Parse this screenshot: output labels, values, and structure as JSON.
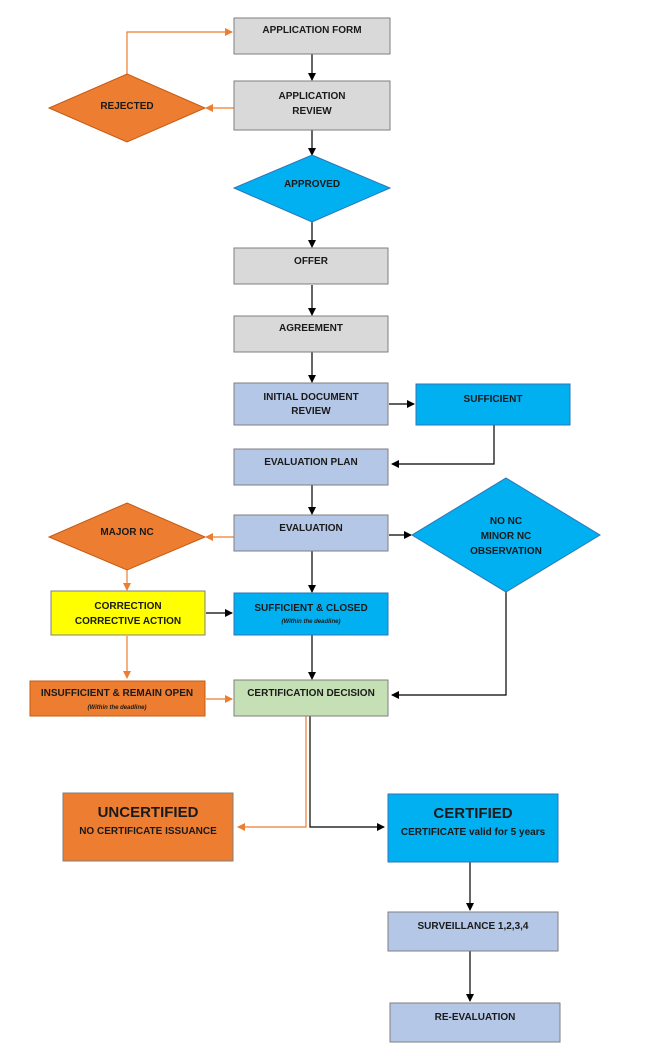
{
  "colors": {
    "gray": "#d9d9d9",
    "blue": "#00b0f0",
    "lavender": "#b4c7e7",
    "orange": "#ed7d31",
    "yellow": "#ffff00",
    "green": "#c5e0b4",
    "black_arrow": "#000000",
    "orange_arrow": "#ed7d31"
  },
  "nodes": {
    "application_form": "APPLICATION FORM",
    "application_review_1": "APPLICATION",
    "application_review_2": "REVIEW",
    "rejected": "REJECTED",
    "approved": "APPROVED",
    "offer": "OFFER",
    "agreement": "AGREEMENT",
    "initial_doc_review_1": "INITIAL DOCUMENT",
    "initial_doc_review_2": "REVIEW",
    "sufficient": "SUFFICIENT",
    "evaluation_plan": "EVALUATION PLAN",
    "evaluation": "EVALUATION",
    "major_nc": "MAJOR NC",
    "no_nc_1": "NO NC",
    "no_nc_2": "MINOR NC",
    "no_nc_3": "OBSERVATION",
    "correction_1": "CORRECTION",
    "correction_2": "CORRECTIVE ACTION",
    "sufficient_closed": "SUFFICIENT & CLOSED",
    "sufficient_closed_note": "(Within the deadline)",
    "insufficient_open": "INSUFFICIENT & REMAIN OPEN",
    "insufficient_open_note": "(Within the deadline)",
    "certification_decision": "CERTIFICATION DECISION",
    "uncertified_title": "UNCERTIFIED",
    "uncertified_sub": "NO CERTIFICATE ISSUANCE",
    "certified_title": "CERTIFIED",
    "certified_sub": "CERTIFICATE valid for 5 years",
    "surveillance": "SURVEILLANCE 1,2,3,4",
    "re_evaluation": "RE-EVALUATION"
  }
}
